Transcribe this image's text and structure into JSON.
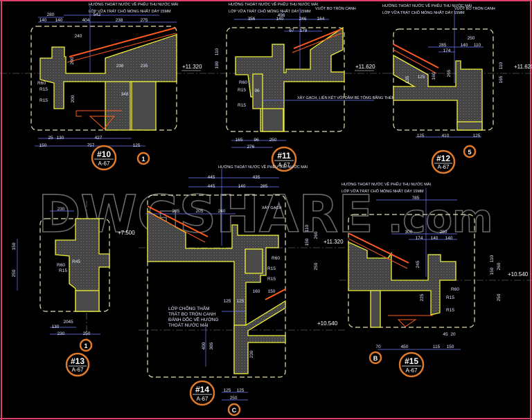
{
  "watermark": {
    "brand": "DWGSHARE",
    "suffix": ".com"
  },
  "colors": {
    "background": "#000000",
    "concrete_outline": "#f2f23a",
    "tile": "#ff5a1f",
    "dimension": "#6f7dff",
    "tag_ring": "#e07a2a",
    "frame": "#e0406a"
  },
  "notes": {
    "drain_direction": "HƯỚNG THOÁT NƯỚC VỀ PHỄU THU NƯỚC MÁI",
    "mortar_layer": "LỚP VỮA TRÁT CHỖ MỎNG NHẤT DÀY 15MM",
    "round_corner": "VUỐT BO TRÒN CANH",
    "brick_tie": "XÂY GẠCH, LIÊN KẾT VỚI DẦM BÊ TÔNG BẰNG THÉP RÂU",
    "brick": "XÂY GẠCH",
    "waterproof": [
      "LỚP CHỐNG THẤM",
      "TRÁT BO TRÒN CANH",
      "ĐÁNH DỐC VỀ HƯỚNG",
      "THOÁT NƯỚC MÁI"
    ]
  },
  "details": {
    "d10": {
      "tag": "#10",
      "sheet": "A-67",
      "grid": "1",
      "elevation": "+11.320",
      "dims": [
        "280",
        "542",
        "140",
        "140",
        "404",
        "238",
        "275",
        "240",
        "200",
        "238",
        "235",
        "348",
        "200",
        "25",
        "130",
        "427",
        "150",
        "757",
        "125",
        "R60",
        "R15",
        "R15"
      ]
    },
    "d11": {
      "tag": "#11",
      "sheet": "A-67",
      "elevation": "+11.620",
      "dims": [
        "496",
        "356",
        "140",
        "246",
        "164",
        "67",
        "179",
        "110",
        "190",
        "165",
        "96",
        "250",
        "276",
        "R60",
        "R15",
        "R15",
        "96"
      ]
    },
    "d12": {
      "tag": "#12",
      "sheet": "A-67",
      "grid": "5",
      "elevation": "+11.620",
      "dims": [
        "250",
        "285",
        "140",
        "110",
        "174",
        "125",
        "410",
        "125",
        "110",
        "165",
        "125",
        "135",
        "160",
        "265"
      ]
    },
    "d13": {
      "tag": "#13",
      "sheet": "A-67",
      "grid": "1",
      "elevation": "+7.500",
      "dims": [
        "230",
        "150",
        "250",
        "130",
        "20",
        "45",
        "230",
        "250",
        "R60",
        "R45",
        "R15"
      ]
    },
    "d14": {
      "tag": "#14",
      "sheet": "A-67",
      "grid": "C",
      "elevation_top": "+11.320",
      "elevation_bottom": "+10.540",
      "dims": [
        "445",
        "435",
        "445",
        "140",
        "285",
        "285",
        "205",
        "240",
        "110",
        "150",
        "260",
        "250",
        "160",
        "150",
        "125",
        "125",
        "400",
        "365",
        "230",
        "125",
        "125",
        "250",
        "R60",
        "R15",
        "R15"
      ]
    },
    "d15": {
      "tag": "#15",
      "sheet": "A-67",
      "grid": "B",
      "elevation": "+10.540",
      "dims": [
        "785",
        "300",
        "280",
        "174",
        "140",
        "140",
        "245",
        "225",
        "110",
        "150",
        "260",
        "250",
        "70",
        "450",
        "115",
        "150",
        "45",
        "20",
        "R60",
        "R15",
        "R15"
      ]
    }
  }
}
